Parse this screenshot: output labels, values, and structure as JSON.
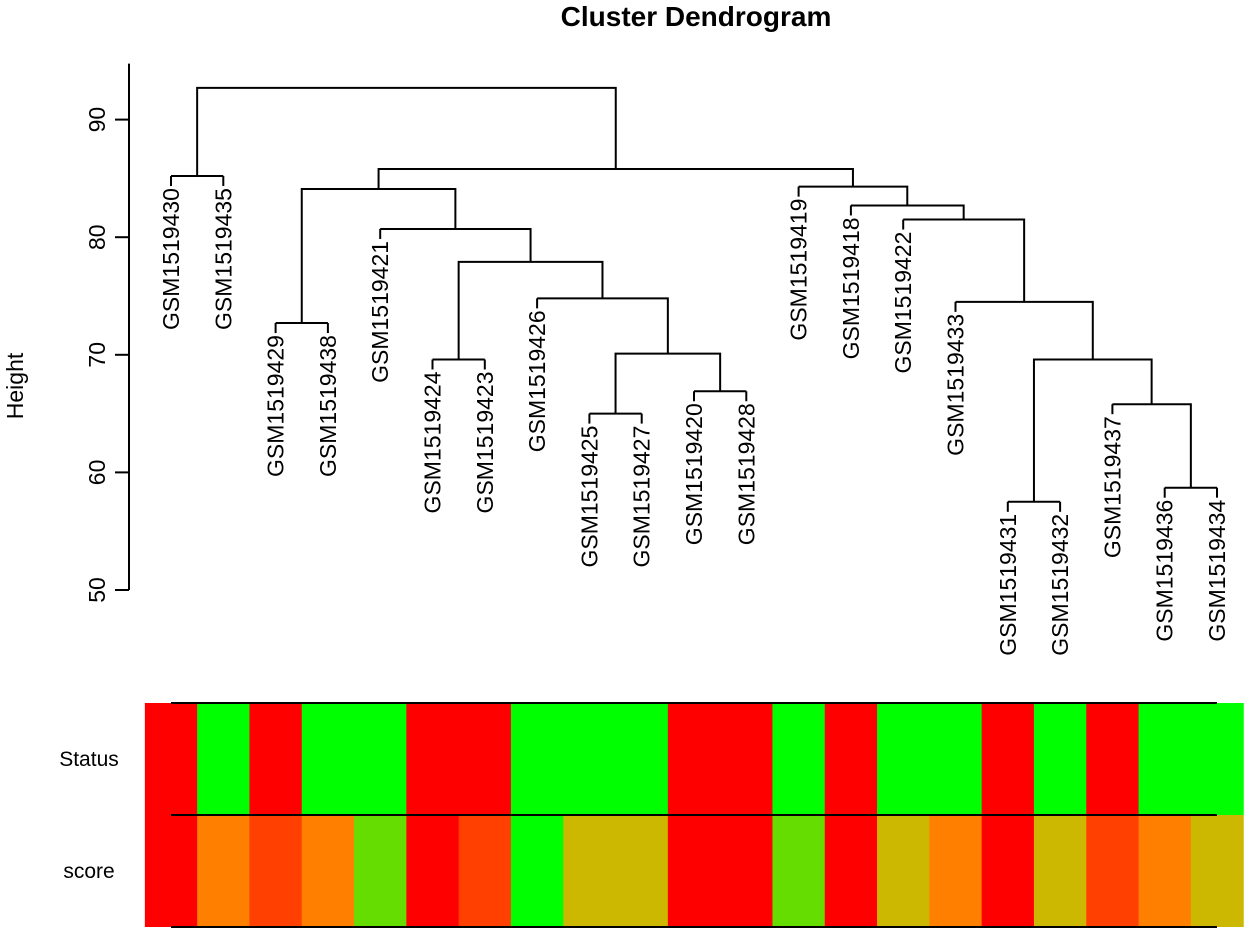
{
  "chart_data": {
    "type": "dendrogram",
    "title": "Cluster Dendrogram",
    "ylabel": "Height",
    "yticks": [
      50,
      60,
      70,
      80,
      90
    ],
    "ylim": [
      50,
      95
    ],
    "leaves": [
      {
        "name": "GSM1519430",
        "height": 85.2
      },
      {
        "name": "GSM1519435",
        "height": 85.2
      },
      {
        "name": "GSM1519429",
        "height": 72.7
      },
      {
        "name": "GSM1519438",
        "height": 72.7
      },
      {
        "name": "GSM1519421",
        "height": 80.7
      },
      {
        "name": "GSM1519424",
        "height": 69.6
      },
      {
        "name": "GSM1519423",
        "height": 69.6
      },
      {
        "name": "GSM1519426",
        "height": 74.8
      },
      {
        "name": "GSM1519425",
        "height": 65.0
      },
      {
        "name": "GSM1519427",
        "height": 65.0
      },
      {
        "name": "GSM1519420",
        "height": 66.9
      },
      {
        "name": "GSM1519428",
        "height": 66.9
      },
      {
        "name": "GSM1519419",
        "height": 84.3
      },
      {
        "name": "GSM1519418",
        "height": 82.7
      },
      {
        "name": "GSM1519422",
        "height": 81.5
      },
      {
        "name": "GSM1519433",
        "height": 74.5
      },
      {
        "name": "GSM1519431",
        "height": 57.5
      },
      {
        "name": "GSM1519432",
        "height": 57.5
      },
      {
        "name": "GSM1519437",
        "height": 65.8
      },
      {
        "name": "GSM1519436",
        "height": 58.7
      },
      {
        "name": "GSM1519434",
        "height": 58.7
      }
    ],
    "merges": [
      {
        "left": "L0",
        "right": "L1",
        "height": 85.2
      },
      {
        "left": "L2",
        "right": "L3",
        "height": 72.7
      },
      {
        "left": "L5",
        "right": "L6",
        "height": 69.6
      },
      {
        "left": "L8",
        "right": "L9",
        "height": 65.0
      },
      {
        "left": "L10",
        "right": "L11",
        "height": 66.9
      },
      {
        "left": "M3",
        "right": "M4",
        "height": 70.1
      },
      {
        "left": "L7",
        "right": "M5",
        "height": 74.8
      },
      {
        "left": "M2",
        "right": "M6",
        "height": 77.9
      },
      {
        "left": "L4",
        "right": "M7",
        "height": 80.7
      },
      {
        "left": "M1",
        "right": "M8",
        "height": 84.1
      },
      {
        "left": "L16",
        "right": "L17",
        "height": 57.5
      },
      {
        "left": "L19",
        "right": "L20",
        "height": 58.7
      },
      {
        "left": "L18",
        "right": "M11",
        "height": 65.8
      },
      {
        "left": "M10",
        "right": "M12",
        "height": 69.6
      },
      {
        "left": "L15",
        "right": "M13",
        "height": 74.5
      },
      {
        "left": "L14",
        "right": "M14",
        "height": 81.5
      },
      {
        "left": "L13",
        "right": "M15",
        "height": 82.7
      },
      {
        "left": "L12",
        "right": "M16",
        "height": 84.3
      },
      {
        "left": "M9",
        "right": "M17",
        "height": 85.8
      },
      {
        "left": "M0",
        "right": "M18",
        "height": 92.7
      }
    ],
    "traits": [
      {
        "name": "Status",
        "colors": [
          "#ff0000",
          "#00ff00",
          "#ff0000",
          "#00ff00",
          "#00ff00",
          "#ff0000",
          "#ff0000",
          "#00ff00",
          "#00ff00",
          "#00ff00",
          "#ff0000",
          "#ff0000",
          "#00ff00",
          "#ff0000",
          "#00ff00",
          "#00ff00",
          "#ff0000",
          "#00ff00",
          "#ff0000",
          "#00ff00",
          "#00ff00"
        ]
      },
      {
        "name": "score",
        "colors": [
          "#ff0000",
          "#ff8000",
          "#ff4000",
          "#ff8000",
          "#66dd00",
          "#ff0000",
          "#ff4000",
          "#00ff00",
          "#ccb800",
          "#ccb800",
          "#ff0000",
          "#ff0000",
          "#66dd00",
          "#ff0000",
          "#ccb800",
          "#ff8000",
          "#ff0000",
          "#ccb800",
          "#ff4000",
          "#ff8000",
          "#ccb800"
        ]
      }
    ]
  }
}
